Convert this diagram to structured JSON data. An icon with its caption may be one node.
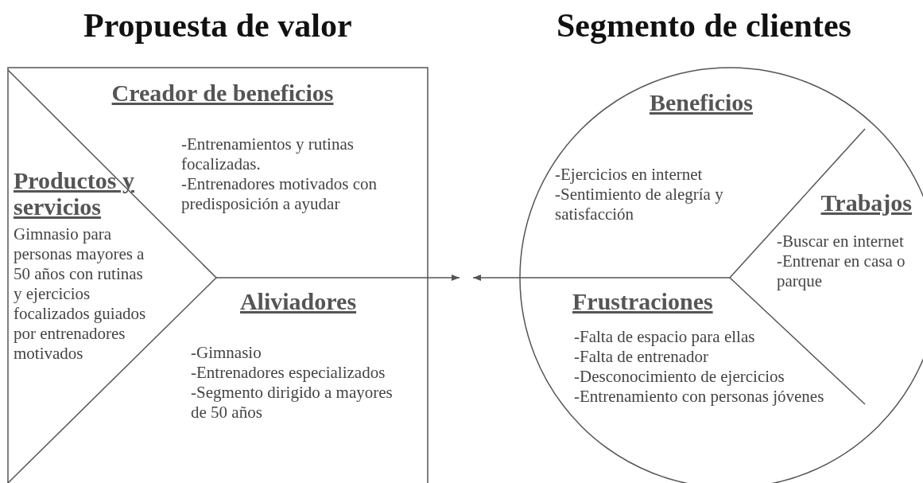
{
  "diagram": {
    "nodes": [
      {
        "text": [
          "Propuesta de valor"
        ]
      },
      {
        "text": [
          "Creador de beneficios",
          "-Entrenamientos y rutinas focalizadas.",
          "-Entrenadores motivados con predisposición a ayudar"
        ],
        "in": 0
      },
      {
        "text": [
          "Productos y servicios",
          "Gimnasio para personas mayores a 50 años con rutinas y ejercicios focalizados guiados por entrenadores motivados"
        ],
        "in": 0
      },
      {
        "text": [
          "Aliviadores",
          "-Gimnasio",
          "-Entrenadores especializados",
          "-Segmento dirigido a mayores de 50 años"
        ],
        "in": 0
      },
      {
        "text": [
          "Segmento de clientes"
        ]
      },
      {
        "text": [
          "Beneficios",
          "-Ejercicios en internet",
          "-Sentimiento de alegría y satisfacción"
        ],
        "in": 4
      },
      {
        "text": [
          "Trabajos",
          "-Buscar en internet",
          "-Entrenar en casa o parque"
        ],
        "in": 4
      },
      {
        "text": [
          "Frustraciones",
          "-Falta de espacio para ellas",
          "-Falta de entrenador",
          "-Desconocimiento de ejercicios",
          "-Entrenamiento con personas jóvenes"
        ],
        "in": 4
      }
    ],
    "edges": [
      {
        "from": 0,
        "to": null,
        "arrow": "to"
      },
      {
        "from": 4,
        "to": null,
        "arrow": "to"
      }
    ]
  }
}
